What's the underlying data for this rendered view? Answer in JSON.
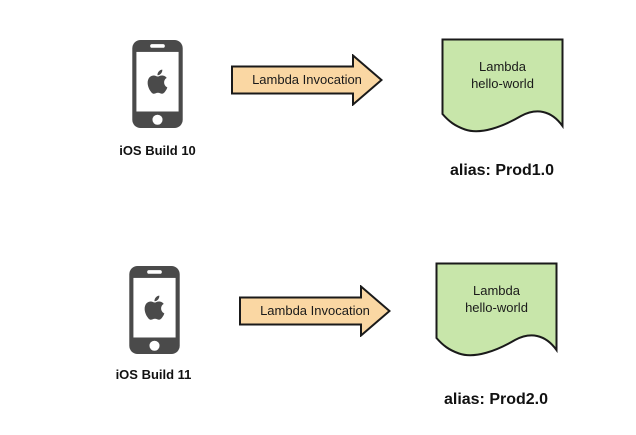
{
  "diagram": {
    "background": "#ffffff",
    "colors": {
      "arrow_fill": "#FAD7A3",
      "doc_fill": "#C8E6AA",
      "stroke": "#1a1a1a",
      "phone_gray": "#4A4A4A"
    },
    "rows": [
      {
        "device_label": "iOS Build 10",
        "arrow_label": "Lambda Invocation",
        "doc_line1": "Lambda",
        "doc_line2": "hello-world",
        "alias_label": "alias: Prod1.0"
      },
      {
        "device_label": "iOS Build 11",
        "arrow_label": "Lambda Invocation",
        "doc_line1": "Lambda",
        "doc_line2": "hello-world",
        "alias_label": "alias: Prod2.0"
      }
    ]
  }
}
